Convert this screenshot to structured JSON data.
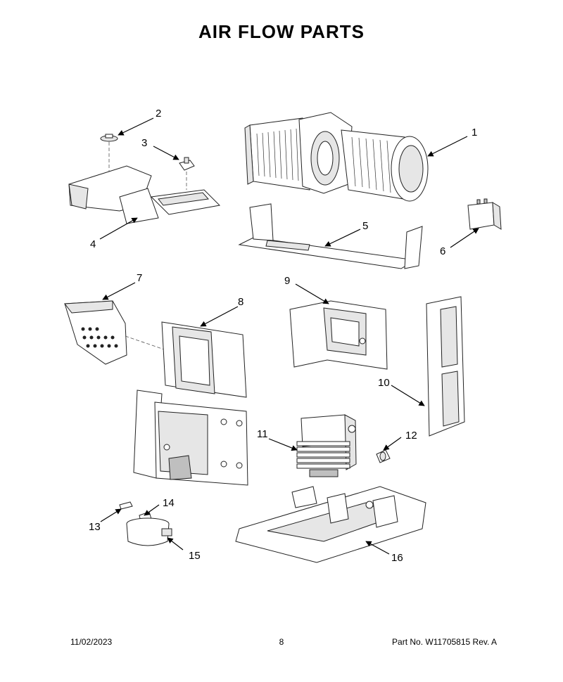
{
  "page": {
    "title": "AIR FLOW PARTS",
    "footer": {
      "date": "11/02/2023",
      "page_number": "8",
      "part_number": "Part No.  W11705815  Rev.  A"
    }
  },
  "callouts": [
    "1",
    "2",
    "3",
    "4",
    "5",
    "6",
    "7",
    "8",
    "9",
    "10",
    "11",
    "12",
    "13",
    "14",
    "15",
    "16"
  ]
}
